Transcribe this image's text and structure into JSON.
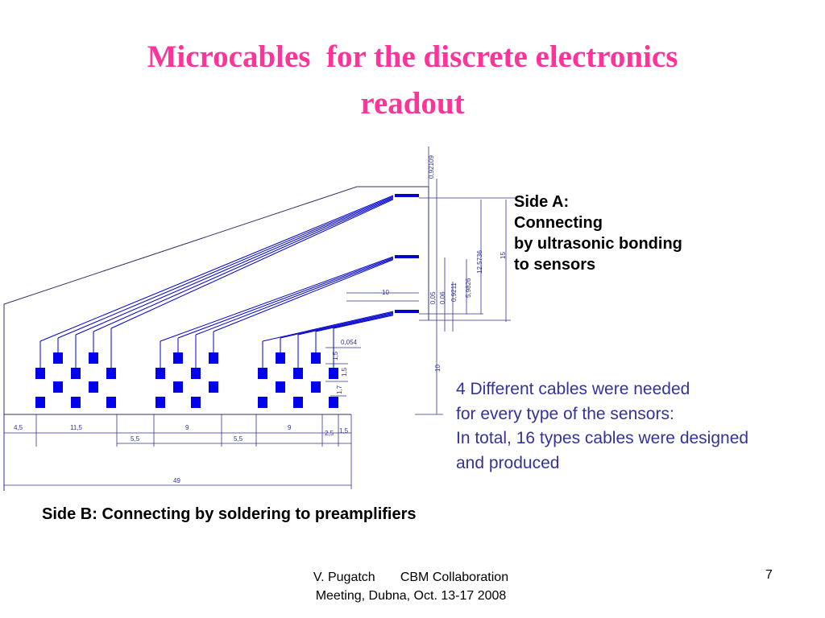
{
  "title": {
    "line1": "Microcables  for the discrete electronics",
    "line2": "readout"
  },
  "side_a": {
    "lines": [
      "Side A:",
      "Connecting",
      "by ultrasonic bonding",
      "to sensors"
    ]
  },
  "note": {
    "lines": [
      "4 Different cables were needed",
      "for every type of the sensors:",
      "In total, 16 types cables were designed",
      "and produced"
    ]
  },
  "side_b": "Side B: Connecting by soldering to preamplifiers",
  "footer": {
    "line1": "V. Pugatch       CBM Collaboration",
    "line2": "Meeting, Dubna, Oct. 13-17 2008",
    "page": "7"
  },
  "drawing": {
    "dimensions": [
      "0,92109",
      "15",
      "12,5736",
      "5,9826",
      "0,9211",
      "0,06",
      "0,05",
      "10",
      "0,054",
      "1,5",
      "1,5",
      "1,7",
      "10",
      "4,5",
      "11,5",
      "5,5",
      "9",
      "5,5",
      "9",
      "2,5",
      "1,5",
      "49"
    ]
  },
  "colors": {
    "title": "#ff3399",
    "note": "#333399",
    "trace": "#0000cc",
    "line": "#333366"
  }
}
